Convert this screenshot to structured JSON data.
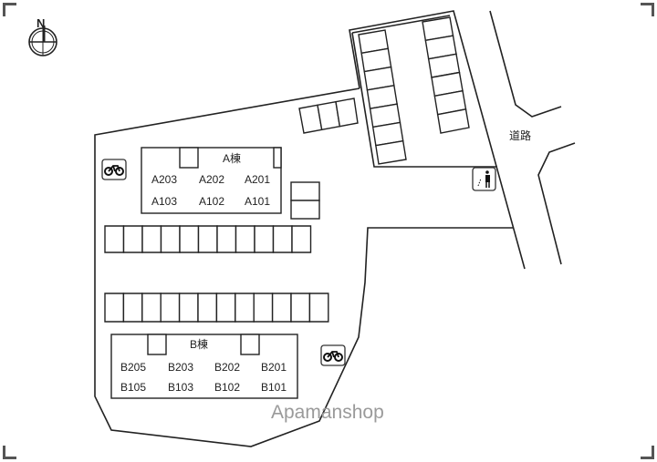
{
  "compass": {
    "label": "N"
  },
  "road_label": "道路",
  "building_a": {
    "label": "A棟",
    "units": [
      [
        "A203",
        "A202",
        "A201"
      ],
      [
        "A103",
        "A102",
        "A101"
      ]
    ]
  },
  "building_b": {
    "label": "B棟",
    "units": [
      [
        "B205",
        "B203",
        "B202",
        "B201"
      ],
      [
        "B105",
        "B103",
        "B102",
        "B101"
      ]
    ]
  },
  "watermark": "Apamanshop",
  "icons": [
    "bicycle-parking-icon",
    "bicycle-parking-icon",
    "trash-collection-icon",
    "compass-icon"
  ],
  "parking_counts": {
    "north_left_column": 7,
    "north_right_column": 6,
    "north_small_row": 3,
    "beside_a": 2,
    "middle_row_1": 11,
    "middle_row_2": 12
  }
}
